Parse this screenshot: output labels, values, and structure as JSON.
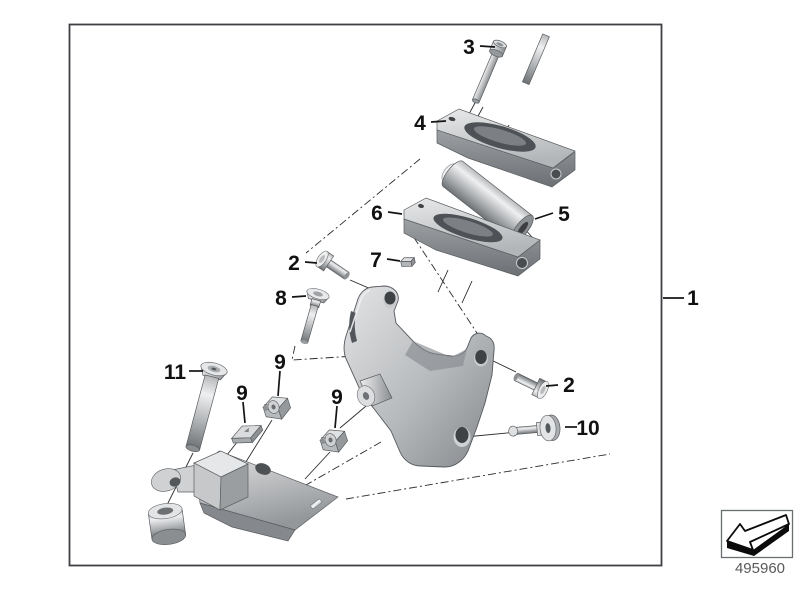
{
  "diagram": {
    "callouts": {
      "l1": "1",
      "l2a": "2",
      "l2b": "2",
      "l3": "3",
      "l4": "4",
      "l5": "5",
      "l6": "6",
      "l7": "7",
      "l8": "8",
      "l9a": "9",
      "l9b": "9",
      "l9c": "9",
      "l10": "10",
      "l11": "11"
    },
    "footer": {
      "part_number": "495960",
      "icon": "exploded-view-arrow-icon"
    },
    "colors": {
      "border": "#3e4043",
      "callout_text": "#111111",
      "part_number_text": "#58595b",
      "construction_line": "#2b2b2b",
      "metal_light": "#e9eaeb",
      "metal_mid": "#a8abad",
      "metal_dark": "#5f6266"
    }
  }
}
